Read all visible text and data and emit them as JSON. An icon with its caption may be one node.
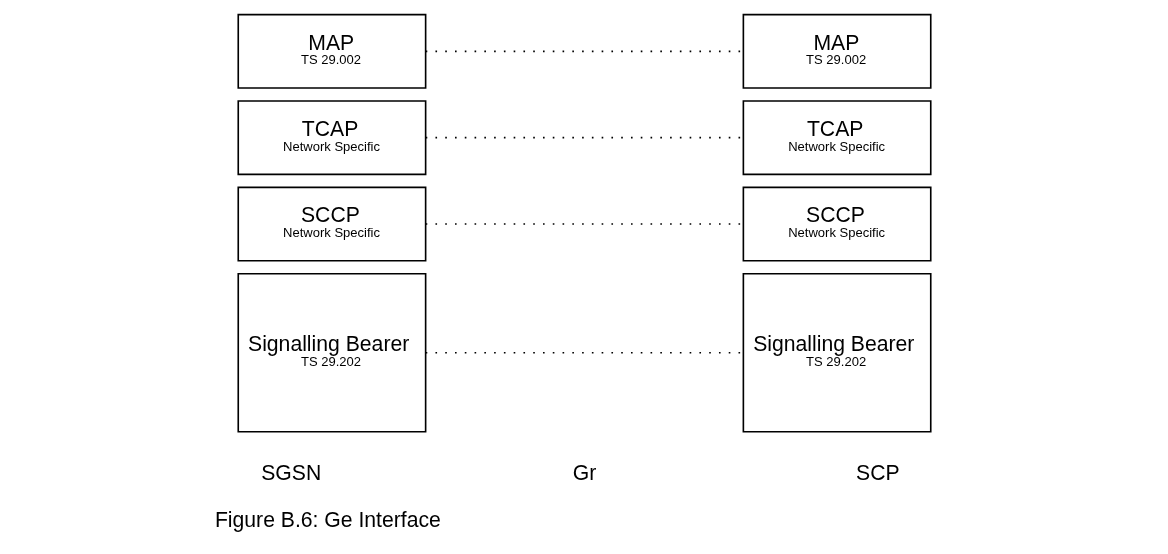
{
  "diagram": {
    "caption": "Figure B.6: Ge Interface",
    "nodes": [
      {
        "text": [
          "MAP",
          "TS 29.002"
        ]
      },
      {
        "text": [
          "TCAP",
          "Network Specific"
        ]
      },
      {
        "text": [
          "SCCP",
          "Network Specific"
        ]
      },
      {
        "text": [
          "Signalling Bearer",
          "TS 29.202"
        ]
      },
      {
        "text": [
          "MAP",
          "TS 29.002"
        ]
      },
      {
        "text": [
          "TCAP",
          "Network Specific"
        ]
      },
      {
        "text": [
          "SCCP",
          "Network Specific"
        ]
      },
      {
        "text": [
          "Signalling Bearer",
          "TS 29.202"
        ]
      }
    ],
    "edges": [
      {
        "from": 0,
        "to": 4,
        "arrow": "none"
      },
      {
        "from": 1,
        "to": 5,
        "arrow": "none"
      },
      {
        "from": 2,
        "to": 6,
        "arrow": "none"
      },
      {
        "from": 3,
        "to": 7,
        "arrow": "none"
      }
    ],
    "labels": [
      "SGSN",
      "Gr",
      "SCP"
    ]
  }
}
